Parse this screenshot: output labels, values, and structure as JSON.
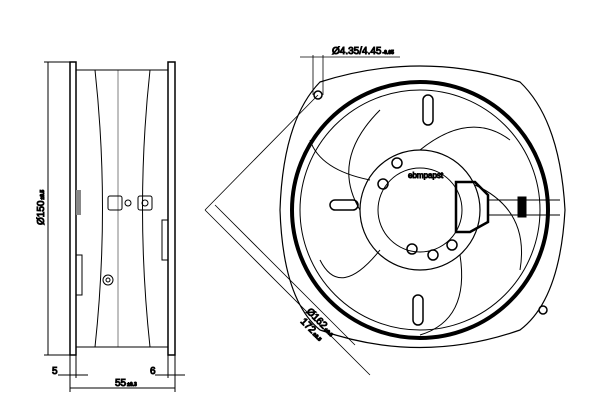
{
  "dimensions": {
    "frame_diameter": {
      "value": "Ø150",
      "tolerance": "±0.5"
    },
    "hole_diameter": {
      "value": "Ø4.35/4.45",
      "tolerance": "-0.05"
    },
    "hole_circle": {
      "value": "Ø162",
      "tolerance": "±0.3"
    },
    "diagonal": {
      "value": "172",
      "tolerance": "±0.5"
    },
    "depth": {
      "value": "55",
      "tolerance": "±0.3"
    },
    "left_flange": {
      "value": "5"
    },
    "right_flange": {
      "value": "6"
    }
  },
  "brand": "ebmpapst"
}
